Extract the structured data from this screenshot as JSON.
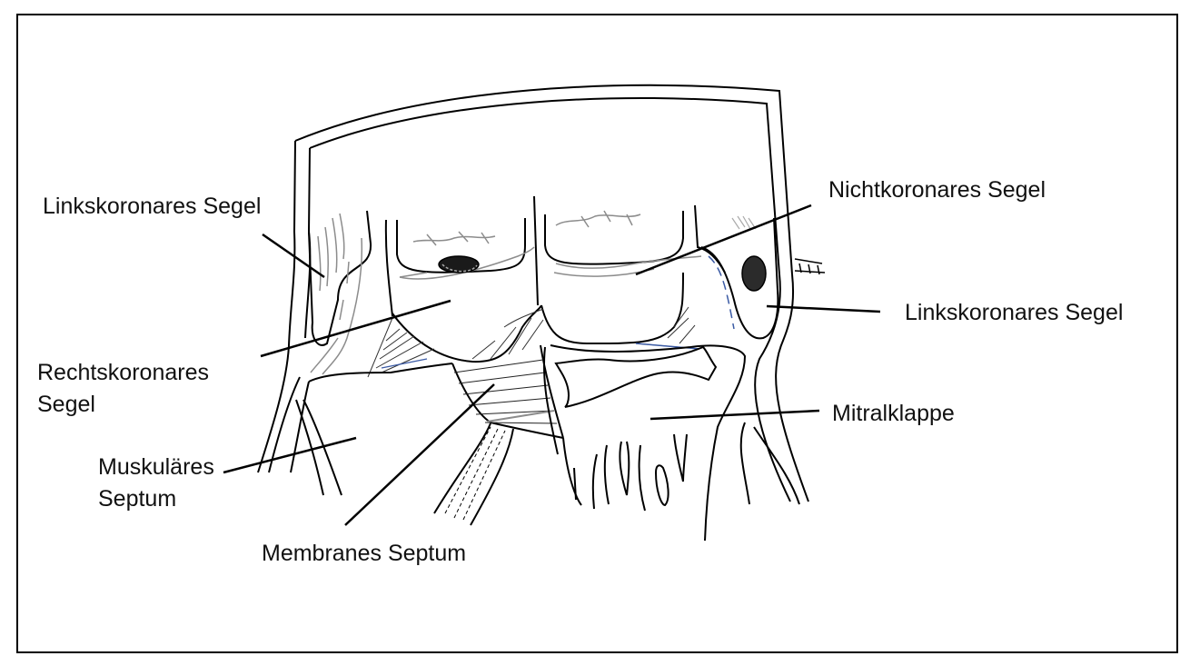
{
  "labels": {
    "left_top": "Linkskoronares Segel",
    "right_coronary_line1": "Rechtskoronares",
    "right_coronary_line2": "Segel",
    "muscular_line1": "Muskuläres",
    "muscular_line2": "Septum",
    "membranous": "Membranes Septum",
    "noncoronary": "Nichtkoronares Segel",
    "left_right": "Linkskoronares Segel",
    "mitral": "Mitralklappe"
  },
  "colors": {
    "outline": "#000000",
    "detail_gray": "#8c8c8c",
    "accent_blue": "#3b5ba5",
    "frame": "#000000"
  }
}
